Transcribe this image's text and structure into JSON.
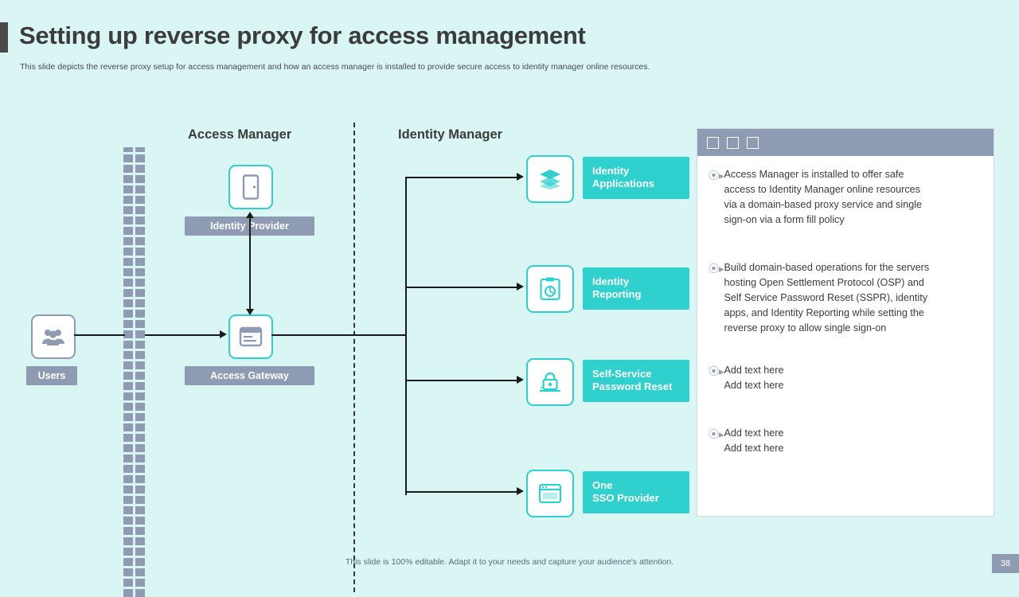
{
  "slide": {
    "title": "Setting up reverse proxy for access management",
    "subtitle": "This slide depicts the reverse proxy setup for access management and how an access manager is installed to provide secure access to identity manager online resources.",
    "footer": "This slide is 100% editable. Adapt it to your needs and capture your audience's attention.",
    "page_number": "38"
  },
  "diagram": {
    "column_titles": {
      "access_manager": "Access Manager",
      "identity_manager": "Identity Manager"
    },
    "nodes": {
      "users": "Users",
      "identity_provider": "Identity Provider",
      "access_gateway": "Access Gateway"
    },
    "services": [
      {
        "label": "Identity\nApplications",
        "line1": "Identity",
        "line2": "Applications",
        "icon": "layers-icon"
      },
      {
        "label": "Identity Reporting",
        "line1": "Identity",
        "line2": "Reporting",
        "icon": "clipboard-report-icon"
      },
      {
        "label": "Self-Service Password Reset",
        "line1": "Self-Service",
        "line2": "Password Reset",
        "icon": "lock-reset-icon"
      },
      {
        "label": "One SSO Provider",
        "line1": "One",
        "line2": "SSO Provider",
        "icon": "browser-window-icon"
      }
    ]
  },
  "notes": {
    "window_buttons": [
      "square-button-1",
      "square-button-2",
      "square-button-3"
    ],
    "items": [
      "Access Manager is installed to offer safe access to Identity Manager online resources via a domain-based proxy service and single sign-on via a form fill policy",
      "Build domain-based operations for the servers hosting Open Settlement Protocol (OSP) and Self Service Password Reset (SSPR), identity apps, and Identity Reporting while setting the reverse proxy to allow single sign-on",
      "Add text here\nAdd text here",
      "Add text here\nAdd text here"
    ],
    "items_lines": [
      [
        "Access Manager is installed to offer safe",
        "access to Identity Manager online resources",
        "via a domain-based proxy service and single",
        "sign-on via a form fill policy"
      ],
      [
        "Build domain-based operations for the servers",
        "hosting Open Settlement Protocol (OSP) and",
        "Self Service Password Reset (SSPR), identity",
        "apps, and Identity Reporting while setting the",
        "reverse proxy to allow single sign-on"
      ],
      [
        "Add text here",
        "Add text here"
      ],
      [
        "Add text here",
        "Add text here"
      ]
    ]
  },
  "colors": {
    "background": "#d9f5f4",
    "teal": "#2fd0cd",
    "grey_blue": "#8f9bb3",
    "title": "#3c3c3c"
  }
}
